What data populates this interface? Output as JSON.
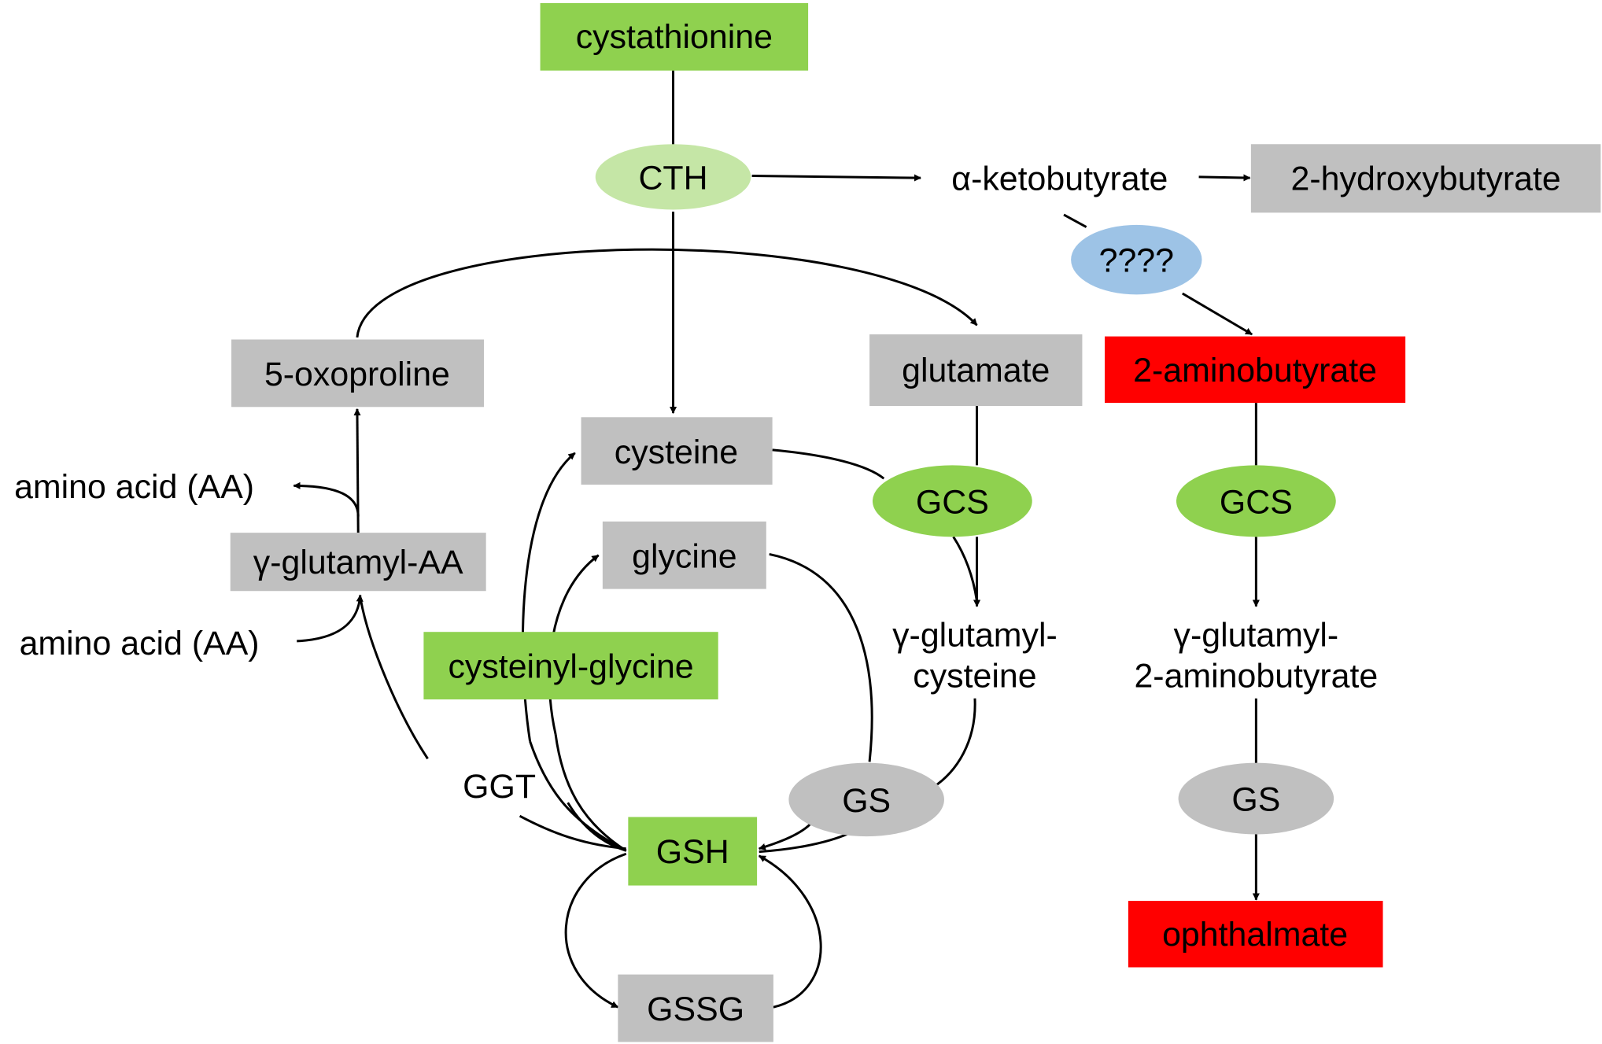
{
  "colors": {
    "green": "#8fd14f",
    "light_green": "#c5e6a6",
    "gray": "#c0c0c0",
    "red": "#ff0000",
    "blue": "#9dc3e6",
    "line": "#000000"
  },
  "nodes": {
    "cystathionine": "cystathionine",
    "cth": "CTH",
    "alpha_ketobutyrate": "α-ketobutyrate",
    "hydroxybutyrate": "2-hydroxybutyrate",
    "unknown_enzyme": "????",
    "oxoproline": "5-oxoproline",
    "glutamate": "glutamate",
    "aminobutyrate": "2-aminobutyrate",
    "cysteine": "cysteine",
    "gcs_left": "GCS",
    "gcs_right": "GCS",
    "amino_acid_out": "amino acid (AA)",
    "gamma_glutamyl_aa": "γ-glutamyl-AA",
    "glycine": "glycine",
    "amino_acid_in": "amino acid (AA)",
    "cysteinyl_glycine": "cysteinyl-glycine",
    "gamma_glutamyl_cysteine": [
      "γ-glutamyl-",
      "cysteine"
    ],
    "gamma_glutamyl_aminobutyrate": [
      "γ-glutamyl-",
      "2-aminobutyrate"
    ],
    "ggt": "GGT",
    "gs_left": "GS",
    "gs_right": "GS",
    "gsh": "GSH",
    "ophthalmate": "ophthalmate",
    "gssg": "GSSG"
  }
}
